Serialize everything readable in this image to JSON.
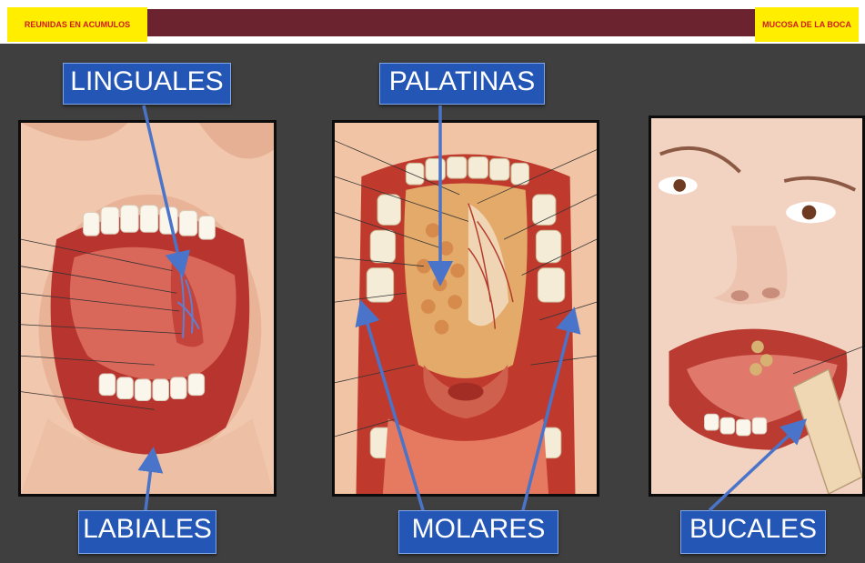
{
  "header": {
    "left_tag": "REUNIDAS EN ACUMULOS",
    "right_tag": "MUCOSA DE LA BOCA"
  },
  "labels": {
    "linguales": "LINGUALES",
    "palatinas": "PALATINAS",
    "labiales": "LABIALES",
    "molares": "MOLARES",
    "bucales": "BUCALES"
  },
  "colors": {
    "background": "#3f3f3f",
    "band": "#6b2330",
    "tag_fill": "#ffee00",
    "tag_text": "#d11a1a",
    "label_fill": "#2456b5",
    "arrow": "#4a74c9"
  }
}
